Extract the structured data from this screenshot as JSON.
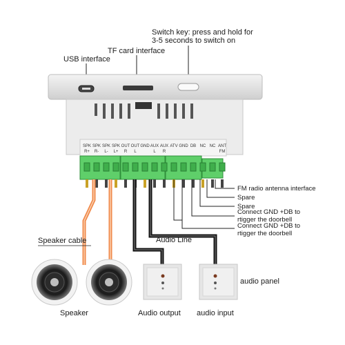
{
  "callouts": {
    "switch_key_line1": "Switch key: press and hold for",
    "switch_key_line2": "3-5 seconds to switch on",
    "tf_card": "TF card interface",
    "usb": "USB interface",
    "speaker_cable": "Speaker cable",
    "audio_line": "Audio Line",
    "speaker": "Speaker",
    "audio_output": "Audio output",
    "audio_input": "audio input",
    "audio_panel": "audio panel"
  },
  "terminal_labels": [
    {
      "line1": "SPK",
      "line2": "R+"
    },
    {
      "line1": "SPK",
      "line2": "R-"
    },
    {
      "line1": "SPK",
      "line2": "L-"
    },
    {
      "line1": "SPK",
      "line2": "L+"
    },
    {
      "line1": "OUT",
      "line2": "R"
    },
    {
      "line1": "OUT",
      "line2": "L"
    },
    {
      "line1": "GND",
      "line2": ""
    },
    {
      "line1": "AUX",
      "line2": "L"
    },
    {
      "line1": "AUX",
      "line2": "R"
    },
    {
      "line1": "ATV",
      "line2": ""
    },
    {
      "line1": "GND",
      "line2": ""
    },
    {
      "line1": "DB",
      "line2": ""
    },
    {
      "line1": "NC",
      "line2": ""
    },
    {
      "line1": "NC",
      "line2": ""
    },
    {
      "line1": "ANT",
      "line2": "FM"
    }
  ],
  "right_labels": [
    {
      "line1": "FM radio antenna interface",
      "line2": ""
    },
    {
      "line1": "Spare",
      "line2": ""
    },
    {
      "line1": "Spare",
      "line2": ""
    },
    {
      "line1": "Connect  GND +DB to",
      "line2": "rtigger the doorbell"
    },
    {
      "line1": "Connect  GND +DB to",
      "line2": "rtigger the doorbell"
    }
  ],
  "colors": {
    "terminal_green": "#5fcf6a",
    "speaker_cable": "#f08a4b",
    "audio_line": "#111111",
    "panel_gray": "#e6e6e6"
  }
}
